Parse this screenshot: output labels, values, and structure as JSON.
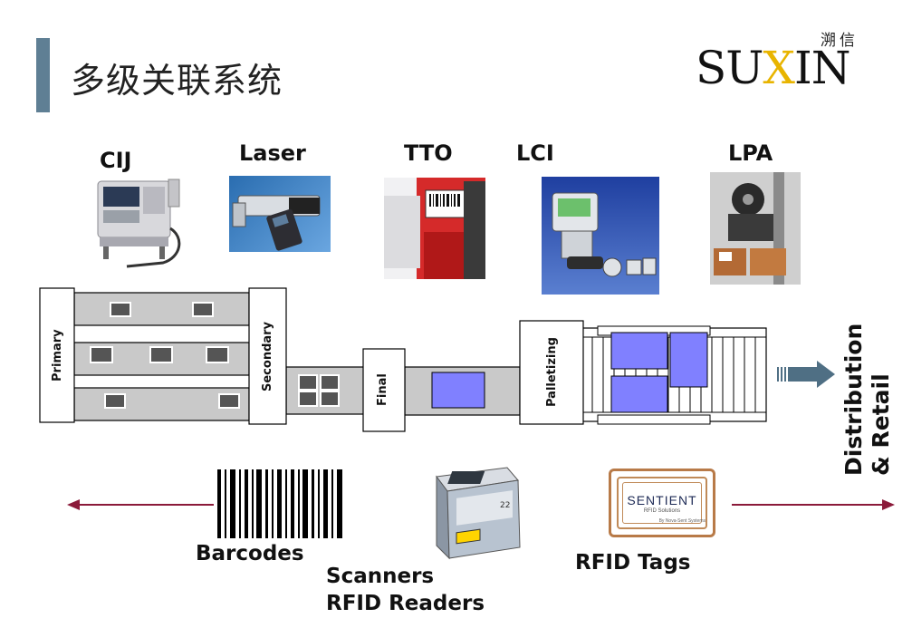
{
  "slide": {
    "title": "多级关联系统",
    "logo": {
      "cn": "溯信",
      "pre": "SU",
      "x": "X",
      "post": "IN"
    }
  },
  "technologies": [
    {
      "id": "cij",
      "label": "CIJ"
    },
    {
      "id": "laser",
      "label": "Laser"
    },
    {
      "id": "tto",
      "label": "TTO"
    },
    {
      "id": "lci",
      "label": "LCI"
    },
    {
      "id": "lpa",
      "label": "LPA"
    }
  ],
  "stages": {
    "primary": "Primary",
    "secondary": "Secondary",
    "final": "Final",
    "palletizing": "Palletizing"
  },
  "destination": {
    "line1": "Distribution",
    "line2": "& Retail"
  },
  "bottom": {
    "barcodes": "Barcodes",
    "scanners": "Scanners",
    "rfid_readers": "RFID Readers",
    "rfid_tags": "RFID Tags",
    "tag_brand": "SENTIENT",
    "tag_sub": "RFID Solutions",
    "tag_sub2": "By Nova-Sent Systems",
    "reader_num": "22"
  },
  "colors": {
    "accent_bar": "#5f7f94",
    "logo_x": "#e8b400",
    "conveyor": "#c8c8c8",
    "box": "#8080ff",
    "arrow": "#8b1a3a",
    "flow_arrow": "#4f6f84"
  }
}
